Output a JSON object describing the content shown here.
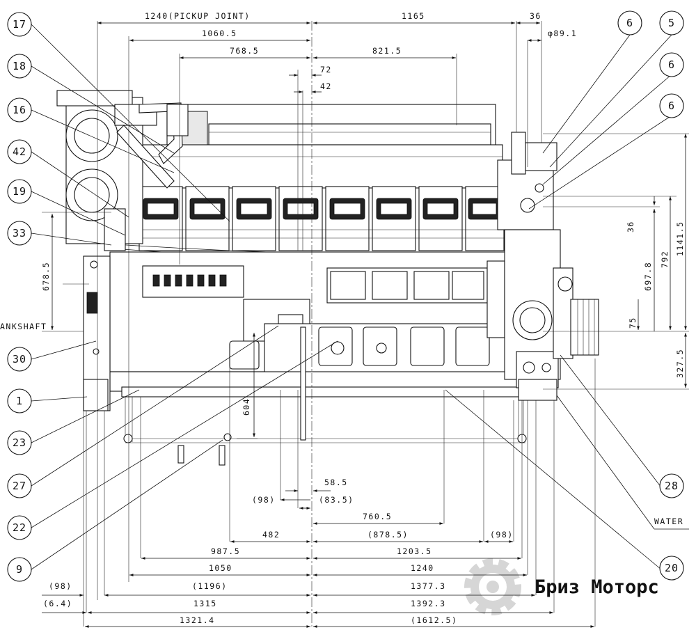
{
  "dimensions_top": [
    {
      "id": "d-1240-pickup",
      "text": "1240(PICKUP JOINT)"
    },
    {
      "id": "d-1165",
      "text": "1165"
    },
    {
      "id": "d-36-top",
      "text": "36"
    },
    {
      "id": "d-1060-5",
      "text": "1060.5"
    },
    {
      "id": "d-phi-89-1",
      "text": "φ89.1"
    },
    {
      "id": "d-768-5",
      "text": "768.5"
    },
    {
      "id": "d-821-5",
      "text": "821.5"
    },
    {
      "id": "d-72",
      "text": "72"
    },
    {
      "id": "d-42",
      "text": "42"
    }
  ],
  "dimensions_right": [
    {
      "id": "d-36-right",
      "text": "36"
    },
    {
      "id": "d-697-8",
      "text": "697.8"
    },
    {
      "id": "d-792",
      "text": "792"
    },
    {
      "id": "d-1141-5",
      "text": "1141.5"
    },
    {
      "id": "d-75",
      "text": "75"
    },
    {
      "id": "d-327-5",
      "text": "327.5"
    }
  ],
  "dimensions_left": [
    {
      "id": "d-678-5",
      "text": "678.5"
    },
    {
      "id": "d-604",
      "text": "604"
    }
  ],
  "dimensions_bottom": [
    {
      "id": "d-58-5",
      "text": "58.5"
    },
    {
      "id": "d-98-a",
      "text": "(98)"
    },
    {
      "id": "d-83-5",
      "text": "(83.5)"
    },
    {
      "id": "d-760-5",
      "text": "760.5"
    },
    {
      "id": "d-482",
      "text": "482"
    },
    {
      "id": "d-878-5",
      "text": "(878.5)"
    },
    {
      "id": "d-98-b",
      "text": "(98)"
    },
    {
      "id": "d-987-5",
      "text": "987.5"
    },
    {
      "id": "d-1203-5",
      "text": "1203.5"
    },
    {
      "id": "d-1050",
      "text": "1050"
    },
    {
      "id": "d-1240-b",
      "text": "1240"
    },
    {
      "id": "d-98-c",
      "text": "(98)"
    },
    {
      "id": "d-1196",
      "text": "(1196)"
    },
    {
      "id": "d-1377-3",
      "text": "1377.3"
    },
    {
      "id": "d-6-4",
      "text": "(6.4)"
    },
    {
      "id": "d-1315",
      "text": "1315"
    },
    {
      "id": "d-1392-3",
      "text": "1392.3"
    },
    {
      "id": "d-1321-4",
      "text": "1321.4"
    },
    {
      "id": "d-1612-5",
      "text": "(1612.5)"
    }
  ],
  "labels": {
    "crankshaft": "ANKSHAFT",
    "water": "WATER"
  },
  "balloons_left": [
    "17",
    "18",
    "16",
    "42",
    "19",
    "33",
    "30",
    "1",
    "23",
    "27",
    "22",
    "9"
  ],
  "balloons_right": [
    "6",
    "5",
    "6",
    "6",
    "28",
    "20"
  ],
  "watermark": {
    "text": "Бриз Моторс",
    "mark": "®",
    "color": "#d2d2d2"
  },
  "colors": {
    "line": "#111111",
    "background": "#ffffff"
  }
}
